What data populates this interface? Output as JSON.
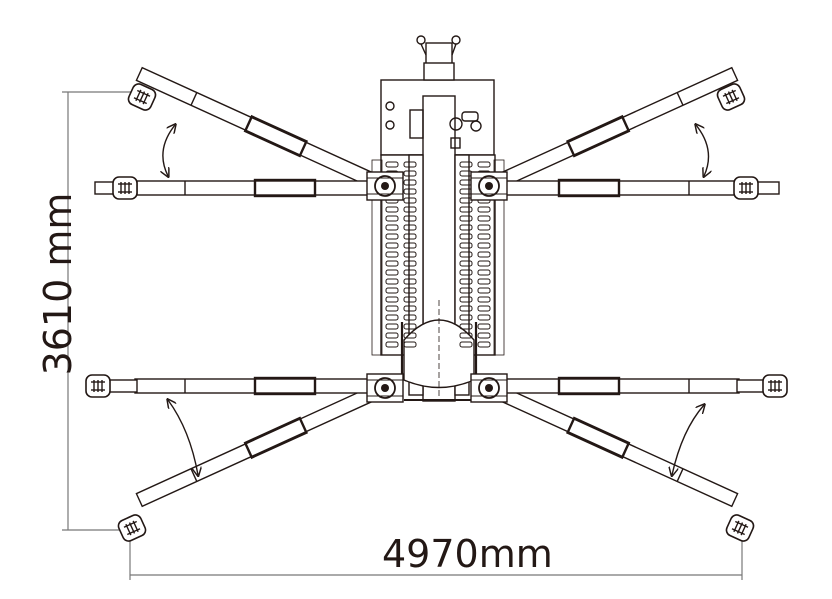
{
  "diagram": {
    "type": "top-view outrigger footprint drawing",
    "dimensions": {
      "width_label": "4970mm",
      "height_label": "3610 mm"
    },
    "outriggers": [
      {
        "position": "front-left",
        "rotation_arrow": true
      },
      {
        "position": "rear-left",
        "rotation_arrow": true
      },
      {
        "position": "front-right",
        "rotation_arrow": true
      },
      {
        "position": "rear-right",
        "rotation_arrow": true
      }
    ],
    "colors": {
      "line": "#231815",
      "dim_line": "#777777",
      "background": "#ffffff"
    }
  }
}
